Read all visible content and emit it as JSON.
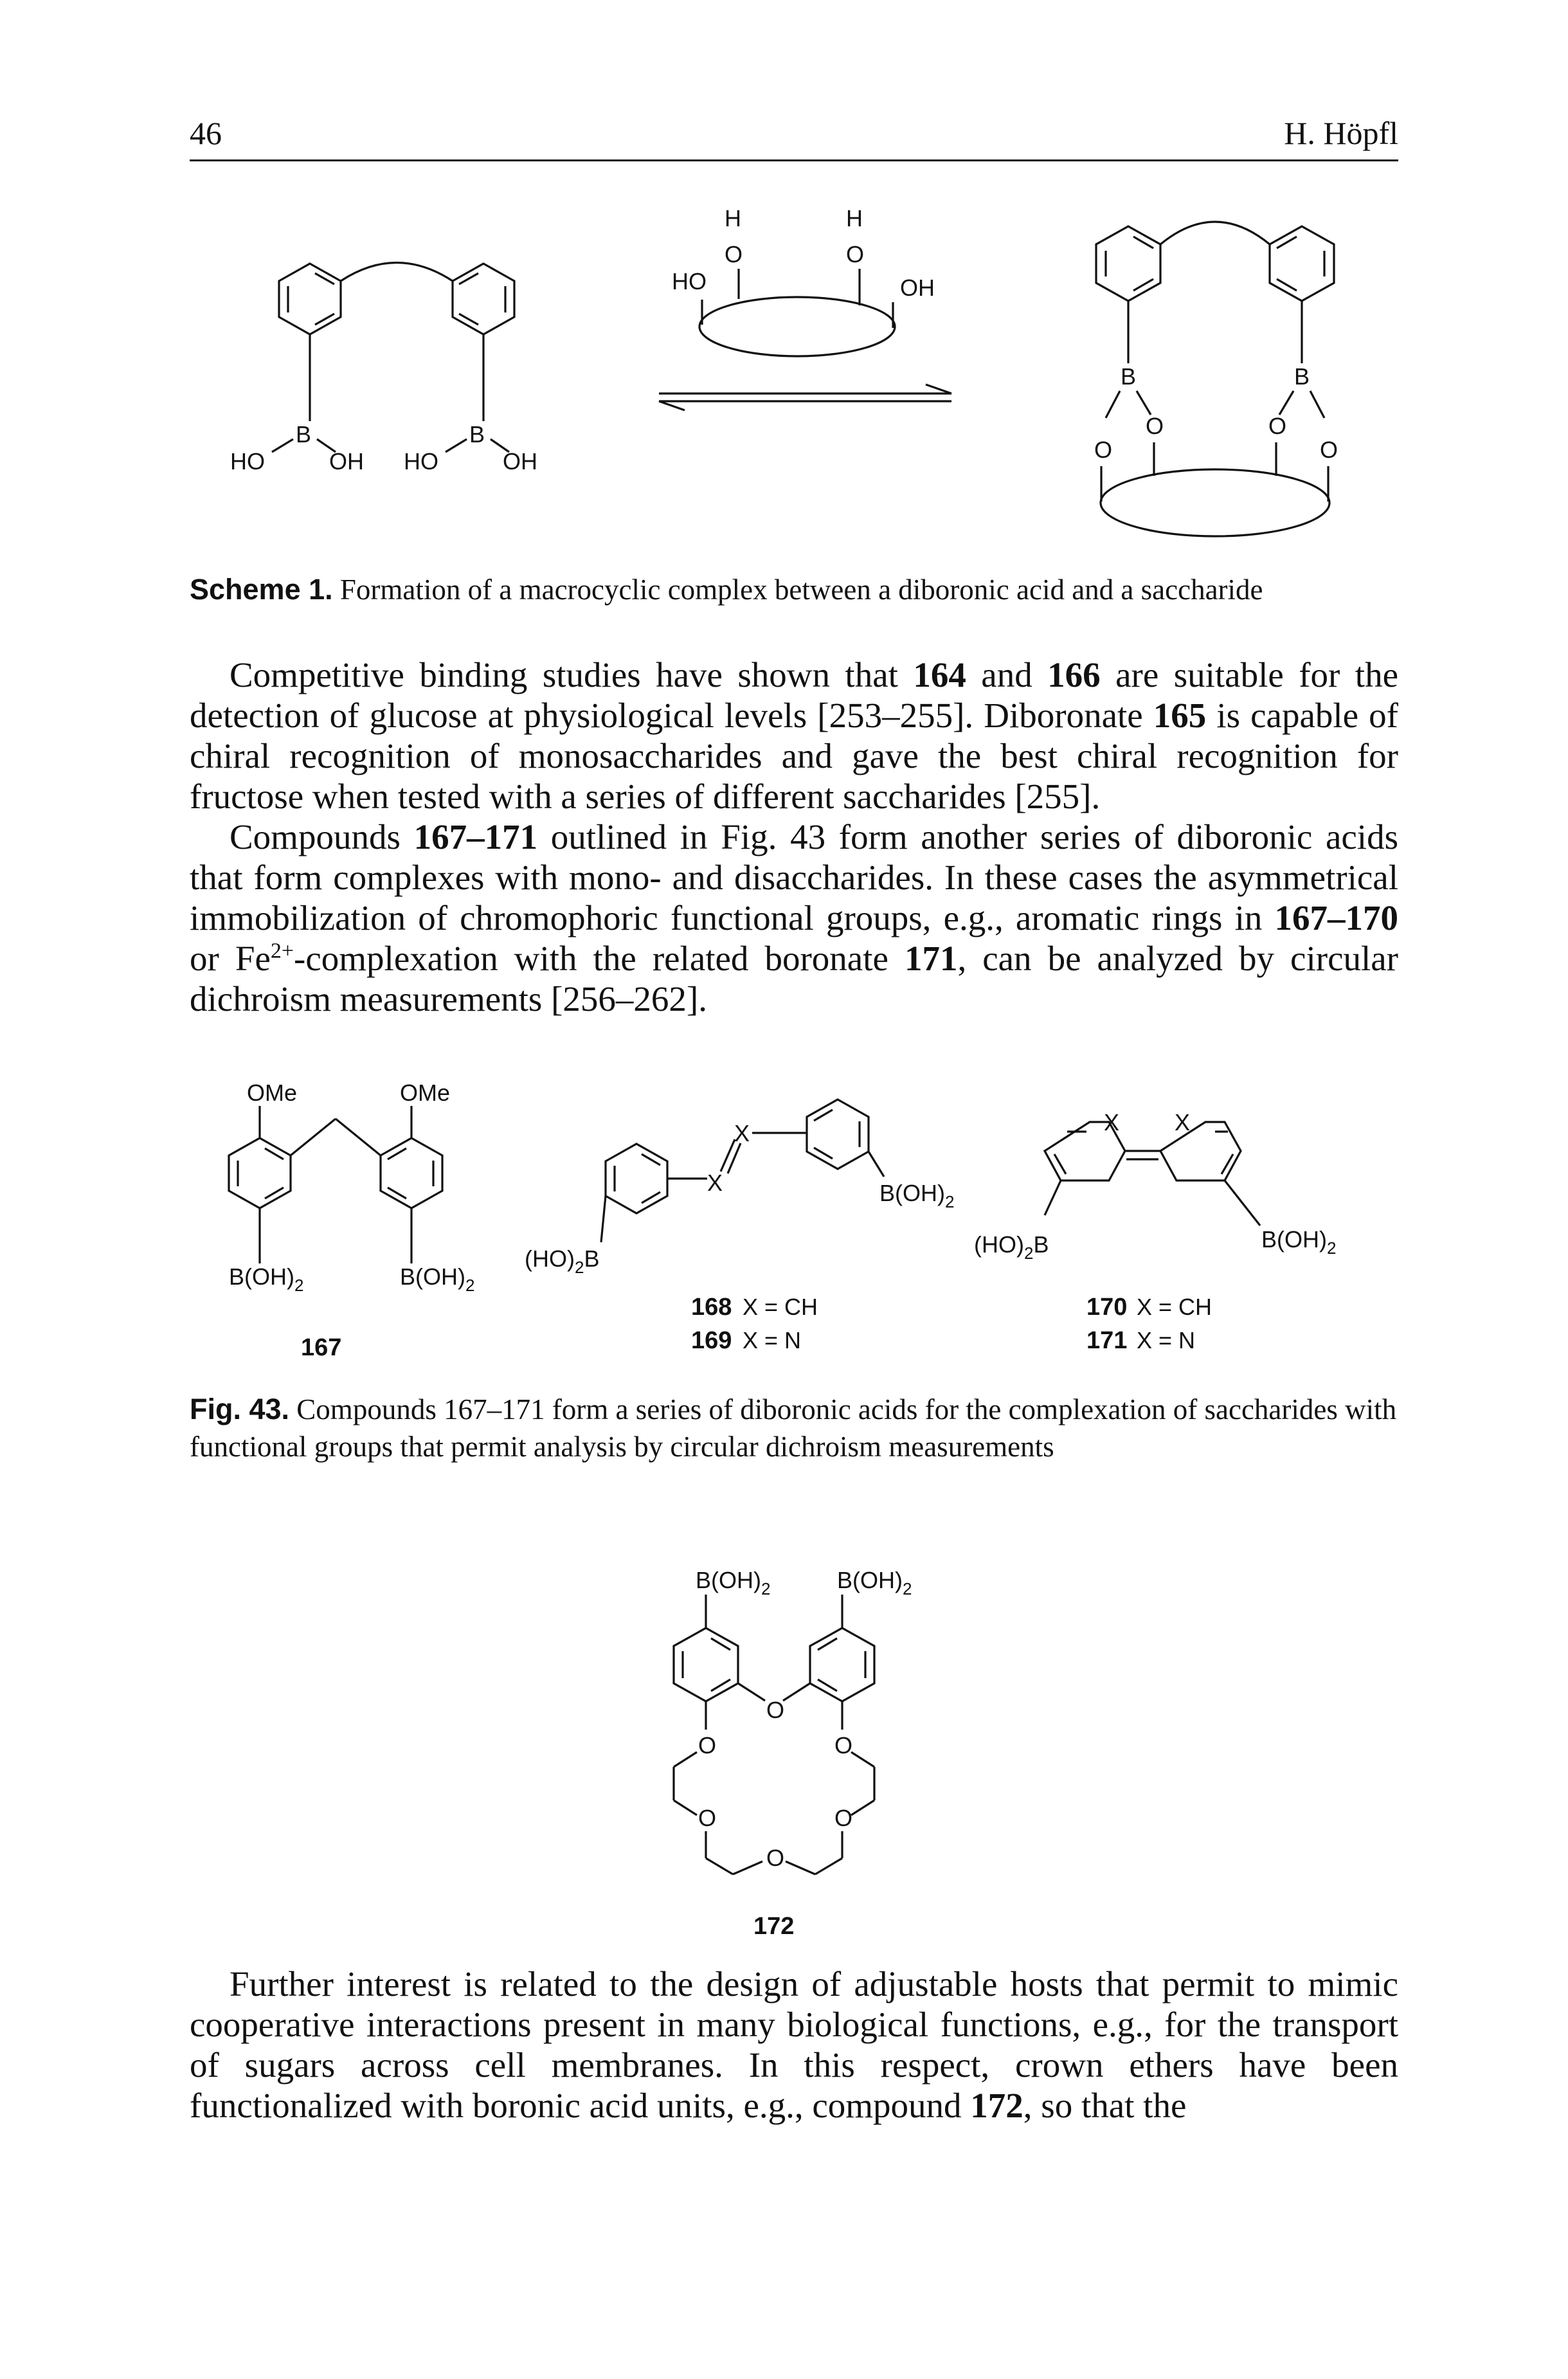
{
  "header": {
    "page_number": "46",
    "author": "H. Höpfl"
  },
  "scheme1": {
    "labels": {
      "ho": "HO",
      "oh": "OH",
      "b": "B",
      "o": "O",
      "h": "H"
    },
    "caption_label": "Scheme 1.",
    "caption_text": "Formation of a macrocyclic complex between a diboronic acid and a saccharide"
  },
  "paragraphs": {
    "p1": [
      {
        "t": "Competitive binding studies have shown that "
      },
      {
        "b": "164"
      },
      {
        "t": " and "
      },
      {
        "b": "166"
      },
      {
        "t": " are suitable for the detection of glucose at physiological levels [253–255]. Diboronate "
      },
      {
        "b": "165"
      },
      {
        "t": " is capable of chiral recognition of monosaccharides and gave the best chiral recognition for fructose when tested with a series of different saccharides [255]."
      }
    ],
    "p2": [
      {
        "t": "Compounds "
      },
      {
        "b": "167–171"
      },
      {
        "t": " outlined in Fig. 43 form another series of diboronic acids that form complexes with mono- and disaccharides. In these cases the asymmetrical immobilization of chromophoric functional groups, e.g., aromatic rings in "
      },
      {
        "b": "167–170"
      },
      {
        "t": " or Fe"
      },
      {
        "sup": "2+"
      },
      {
        "t": "-complexation with the related boronate "
      },
      {
        "b": "171"
      },
      {
        "t": ", can be analyzed by circular dichroism measurements [256–262]."
      }
    ],
    "p3": [
      {
        "t": "Further interest is related to the design of adjustable hosts that permit to mimic cooperative interactions present in many biological functions, e.g., for the transport of sugars across cell membranes. In this respect, crown ethers have been functionalized with boronic acid units, e.g., compound "
      },
      {
        "b": "172"
      },
      {
        "t": ", so that the"
      }
    ]
  },
  "fig43": {
    "ome": "OMe",
    "boh2": "B(OH)",
    "boh2_sub": "2",
    "hob_pre": "(HO)",
    "hob_sub": "2",
    "hob_b": "B",
    "x": "X",
    "c167": "167",
    "c168": "168",
    "c168_def": "X = CH",
    "c169": "169",
    "c169_def": "X = N",
    "c170": "170",
    "c170_def": "X = CH",
    "c171": "171",
    "c171_def": "X = N",
    "caption_label": "Fig. 43.",
    "caption_text": "Compounds 167–171 form a series of diboronic acids for the complexation of saccharides with functional groups that permit analysis by circular dichroism measurements"
  },
  "compound172": {
    "boh2": "B(OH)",
    "sub": "2",
    "o": "O",
    "label": "172"
  }
}
